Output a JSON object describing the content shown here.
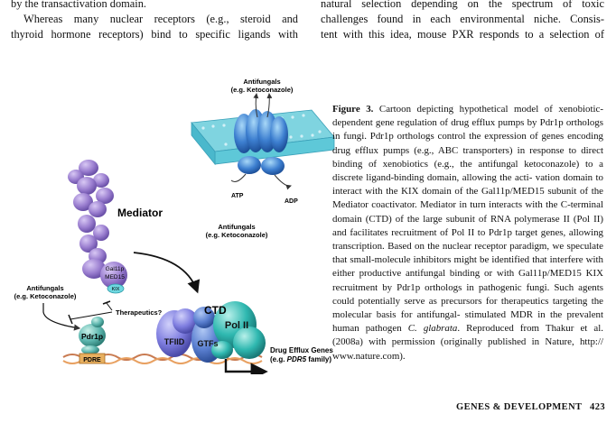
{
  "text_left": {
    "line1": "by the transactivation domain.",
    "line2": "Whereas many nuclear receptors (e.g., steroid and",
    "line3": "thyroid hormone receptors) bind to specific ligands with"
  },
  "text_right": {
    "line1": "natural selection depending on the spectrum of toxic",
    "line2": "challenges found in each environmental niche. Consis-",
    "line3": "tent with this idea, mouse PXR responds to a selection of"
  },
  "figure": {
    "antifungals_top_1": "Antifungals",
    "antifungals_top_2": "(e.g. Ketoconazole)",
    "atp": "ATP",
    "adp": "ADP",
    "mediator": "Mediator",
    "antifungals_mid_1": "Antifungals",
    "antifungals_mid_2": "(e.g. Ketoconazole)",
    "antifungals_left_1": "Antifungals",
    "antifungals_left_2": "(e.g. Ketoconazole)",
    "gal11p_1": "Gal11p",
    "gal11p_2": "MED15",
    "kix": "KIX",
    "therapeutics": "Therapeutics?",
    "pdr1p": "Pdr1p",
    "pdre": "PDRE",
    "ctd": "CTD",
    "tfiid": "TFIID",
    "gtfs": "GTFs",
    "pol2": "Pol II",
    "efflux_1": "Drug Efflux Genes",
    "efflux_2_pre": "(e.g. ",
    "efflux_2_gene": "PDR5",
    "efflux_2_post": " family)"
  },
  "caption": {
    "label": "Figure 3.",
    "text": " Cartoon depicting hypothetical model of xenobiotic-dependent gene regulation of drug efflux pumps by Pdr1p orthologs in fungi. Pdr1p orthologs control the expression of genes encoding drug efflux pumps (e.g., ABC transporters) in response to direct binding of xenobiotics (e.g., the antifungal ketoconazole) to a discrete ligand-binding domain, allowing the acti- vation domain to interact with the KIX domain of the Gal11p/MED15 subunit of the Mediator coactivator. Mediator in turn interacts with the C-terminal domain (CTD) of the large subunit of RNA polymerase II (Pol II) and facilitates recruitment of Pol II to Pdr1p target genes, allowing transcription. Based on the nuclear receptor paradigm, we speculate that small-molecule inhibitors might be identified that interfere with either productive antifungal binding or with Gal11p/MED15 KIX recruitment by Pdr1p orthologs in pathogenic fungi. Such agents could potentially serve as precursors for therapeutics targeting the molecular basis for antifungal- stimulated MDR in the prevalent human pathogen ",
    "species": "C. glabrata",
    "tail": ". Reproduced from Thakur et al. (2008a) with permission (originally published in Nature, http:// www.nature.com)."
  },
  "footer": {
    "journal": "GENES & DEVELOPMENT",
    "page": "423"
  },
  "colors": {
    "mediator": "#9b7fd0",
    "membrane": "#5ec8d8",
    "transporter": "#3d7fd0",
    "pdr1p": "#5fb8b0",
    "pol2": "#2fb8b0",
    "tfiid": "#7f7ee0",
    "gtfs": "#5a7fd0",
    "dna": "#c87a50",
    "pdre": "#e8b060"
  }
}
